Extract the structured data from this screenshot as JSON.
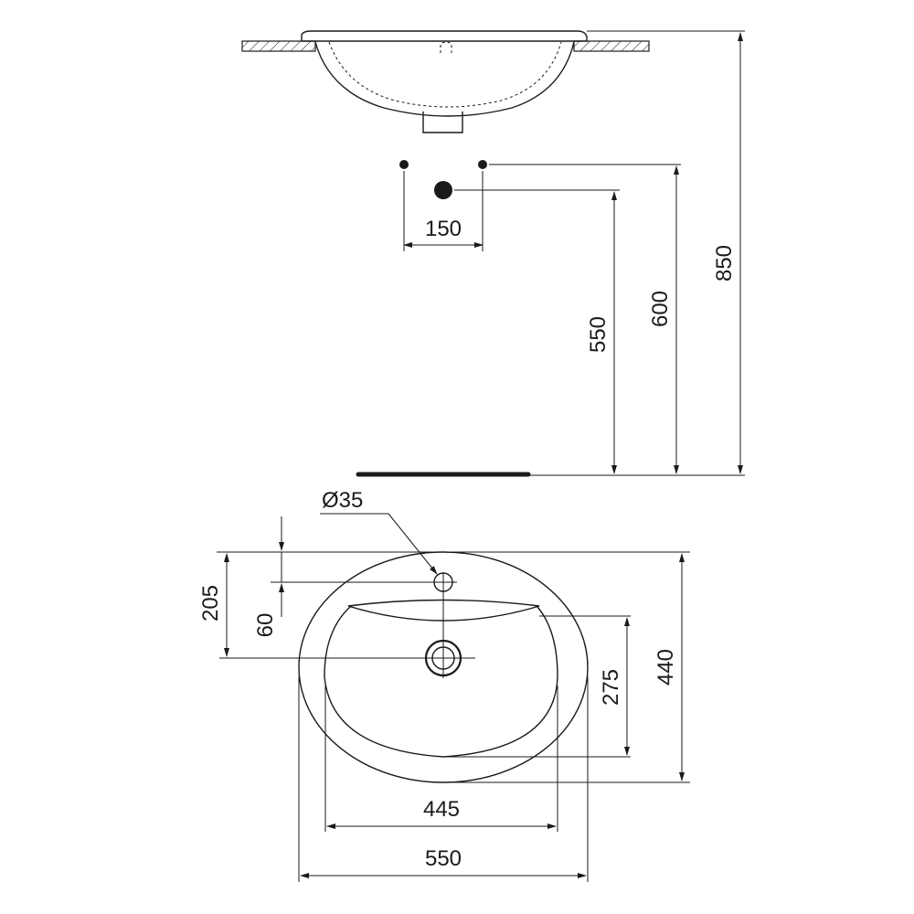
{
  "dimensions": {
    "tap_spacing": "150",
    "waste_height": "550",
    "supply_height": "600",
    "basin_height": "850",
    "tap_hole_diameter": "Ø35",
    "tap_hole_offset": "205",
    "tap_hole_inset": "60",
    "bowl_depth": "275",
    "overall_depth": "440",
    "bowl_width": "445",
    "overall_width": "550"
  }
}
